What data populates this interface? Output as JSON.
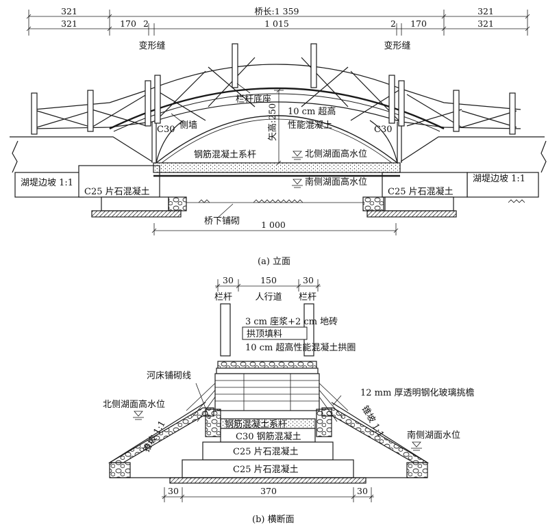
{
  "elevation": {
    "dims_top": {
      "left_span": "321",
      "bridge_length": "桥长:1 359",
      "right_span": "321"
    },
    "dims_second": {
      "left": "321",
      "joint_left_a": "170",
      "joint_left_b": "2",
      "center": "1 015",
      "joint_right_a": "2",
      "joint_right_b": "170",
      "right": "321"
    },
    "labels": {
      "deformation_joint_left": "变形缝",
      "deformation_joint_right": "变形缝",
      "railing_base": "栏杆底座",
      "uhpc_line1": "10 cm 超高",
      "uhpc_line2": "性能混凝土",
      "rise": "矢高:250",
      "c30_left": "C30",
      "side_wall": "侧墙",
      "c30_right": "C30",
      "tie_beam": "钢筋混凝土系杆",
      "north_high_water": "北侧湖面高水位",
      "south_high_water": "南侧湖面高水位",
      "embankment_left": "湖堤边坡 1:1",
      "embankment_right": "湖堤边坡 1:1",
      "c25_left": "C25 片石混凝土",
      "c25_right": "C25 片石混凝土",
      "under_bridge_paving": "桥下铺砌",
      "span_1000": "1 000"
    },
    "caption": "(a) 立面"
  },
  "cross_section": {
    "dims_top": {
      "railing_left": "30",
      "walkway": "150",
      "railing_right": "30"
    },
    "labels": {
      "railing_left": "栏杆",
      "walkway": "人行道",
      "railing_right": "栏杆",
      "mortar_tile": "3 cm 座浆+2 cm 地砖",
      "arch_fill": "拱顶填料",
      "uhpc_arch": "10 cm 超高性能混凝土拱圈",
      "riverbed_line": "河床铺砌线",
      "glass_eaves": "12 mm 厚透明钢化玻璃挑檐",
      "north_high_water": "北侧湖面高水位",
      "slope_left": "锥坡 1:1",
      "slope_right": "锥坡 1:1",
      "tie_beam": "钢筋混凝土系杆",
      "c30_rc": "C30 钢筋混凝土",
      "south_water": "南侧湖面水位",
      "c25_upper": "C25 片石混凝土",
      "c25_lower": "C25 片石混凝土"
    },
    "dims_bottom": {
      "left": "30",
      "center": "370",
      "right": "30"
    },
    "caption": "(b) 横断面"
  }
}
